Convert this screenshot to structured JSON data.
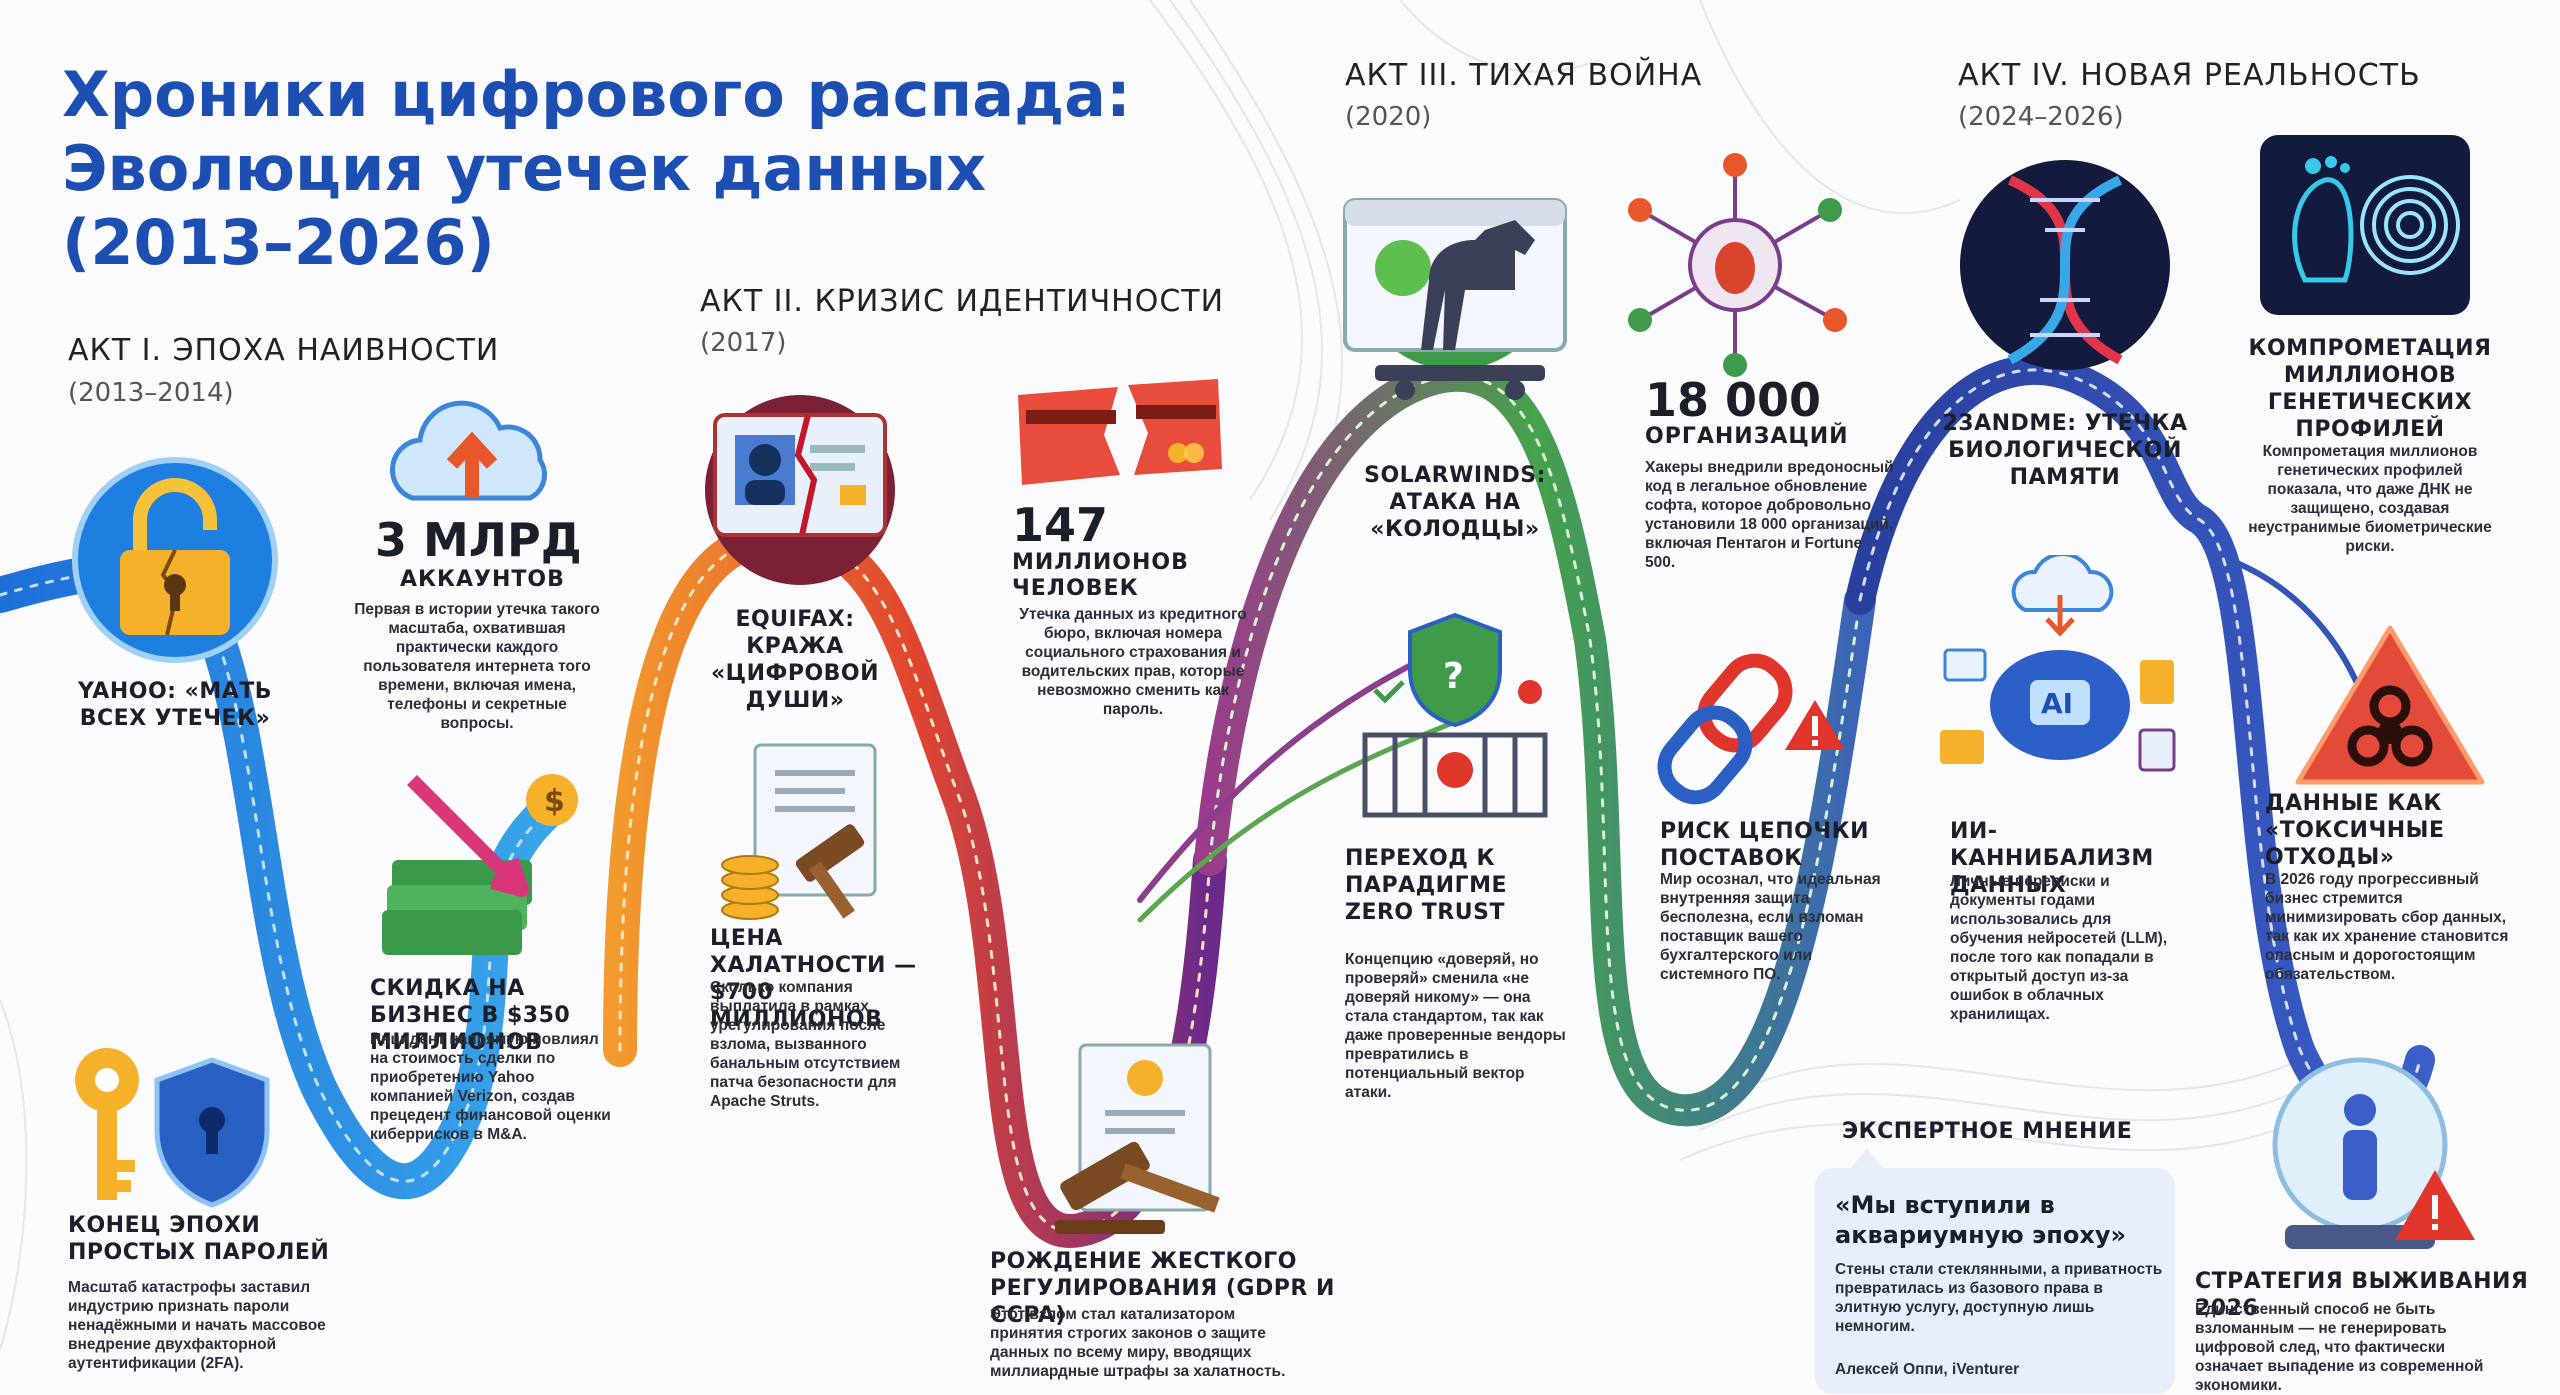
{
  "title": [
    "Хроники цифрового распада:",
    "Эволюция утечек данных",
    "(2013–2026)"
  ],
  "acts": [
    {
      "name": "АКТ I. ЭПОХА НАИВНОСТИ",
      "years": "(2013–2014)"
    },
    {
      "name": "АКТ II. КРИЗИС ИДЕНТИЧНОСТИ",
      "years": "(2017)"
    },
    {
      "name": "АКТ III. ТИХАЯ ВОЙНА",
      "years": "(2020)"
    },
    {
      "name": "АКТ IV. НОВАЯ РЕАЛЬНОСТЬ",
      "years": "(2024–2026)"
    }
  ],
  "act1": {
    "yahoo": "YAHOO: «МАТЬ ВСЕХ УТЕЧЕК»",
    "stat_big": "3 МЛРД",
    "stat_sub": "АККАУНТОВ",
    "stat_text": "Первая в истории утечка такого масштаба, охватившая практически каждого пользователя интернета того времени, включая имена, телефоны и секретные вопросы.",
    "discount_title": "СКИДКА НА БИЗНЕС В $350 МИЛЛИОНОВ",
    "discount_text": "Инцидент напрямую повлиял на стоимость сделки по приобретению Yahoo компанией Verizon, создав прецедент финансовой оценки киберрисков в M&A.",
    "passwords_title": "КОНЕЦ ЭПОХИ ПРОСТЫХ ПАРОЛЕЙ",
    "passwords_text": "Масштаб катастрофы заставил индустрию признать пароли ненадёжными и начать массовое внедрение двухфакторной аутентификации (2FA)."
  },
  "act2": {
    "equifax": "EQUIFAX: КРАЖА «ЦИФРОВОЙ ДУШИ»",
    "stat_big": "147",
    "stat_sub": "МИЛЛИОНОВ ЧЕЛОВЕК",
    "stat_text": "Утечка данных из кредитного бюро, включая номера социального страхования и водительских прав, которые невозможно сменить как пароль.",
    "fine_title": "ЦЕНА ХАЛАТНОСТИ — $700 МИЛЛИОНОВ",
    "fine_text": "Сколько компания выплатила в рамках урегулирования после взлома, вызванного банальным отсутствием патча безопасности для Apache Struts.",
    "reg_title": "РОЖДЕНИЕ ЖЕСТКОГО РЕГУЛИРОВАНИЯ (GDPR И CCPA)",
    "reg_text": "Этот взлом стал катализатором принятия строгих законов о защите данных по всему миру, вводящих миллиардные штрафы за халатность."
  },
  "act3": {
    "solarwinds": "SOLARWINDS: АТАКА НА «КОЛОДЦЫ»",
    "stat_big": "18 000",
    "stat_sub": "ОРГАНИЗАЦИЙ",
    "stat_text": "Хакеры внедрили вредоносный код в легальное обновление софта, которое добровольно установили 18 000 организаций, включая Пентагон и Fortune 500.",
    "zero_title": "ПЕРЕХОД К ПАРАДИГМЕ ZERO TRUST",
    "zero_text": "Концепцию «доверяй, но проверяй» сменила «не доверяй никому» — она стала стандартом, так как даже проверенные вендоры превратились в потенциальный вектор атаки.",
    "chain_title": "РИСК ЦЕПОЧКИ ПОСТАВОК",
    "chain_text": "Мир осознал, что идеальная внутренняя защита бесполезна, если взломан поставщик вашего бухгалтерского или системного ПО."
  },
  "act4": {
    "dna": "23ANDME: УТЕЧКА БИОЛОГИЧЕСКОЙ ПАМЯТИ",
    "genetic_title": "КОМПРОМЕТАЦИЯ МИЛЛИОНОВ ГЕНЕТИЧЕСКИХ ПРОФИЛЕЙ",
    "genetic_text": "Компрометация миллионов генетических профилей показала, что даже ДНК не защищено, создавая неустранимые биометрические риски.",
    "ai_title": "ИИ-КАННИБАЛИЗМ ДАННЫХ",
    "ai_text": "Личные переписки и документы годами использовались для обучения нейросетей (LLM), после того как попадали в открытый доступ из-за ошибок в облачных хранилищах.",
    "ai_label": "AI",
    "toxic_title": "ДАННЫЕ КАК «ТОКСИЧНЫЕ ОТХОДЫ»",
    "toxic_text": "В 2026 году прогрессивный бизнес стремится минимизировать сбор данных, так как их хранение становится опасным и дорогостоящим обязательством.",
    "survival_title": "СТРАТЕГИЯ ВЫЖИВАНИЯ 2026",
    "survival_text": "Единственный способ не быть взломанным — не генерировать цифровой след, что фактически означает выпадение из современной экономики."
  },
  "expert": {
    "label": "ЭКСПЕРТНОЕ МНЕНИЕ",
    "quote": "«Мы вступили в аквариумную эпоху»",
    "text": "Стены стали стеклянными, а приватность превратилась из базового права в элитную услугу, доступную лишь немногим.",
    "author": "Алексей Оппи, iVenturer"
  },
  "colors": {
    "title_blue": "#1d4fb3",
    "act1_blue": "#1f7fe0",
    "act2_orange": "#f07a2a",
    "act2_purple": "#7a2c86",
    "act3_green": "#3f9b4a",
    "act4_navy": "#283d9c",
    "alert_red": "#e0352b"
  },
  "icons": [
    "broken-padlock-icon",
    "cloud-arrow-icon",
    "money-down-arrow-icon",
    "key-shield-icon",
    "broken-id-card-icon",
    "broken-credit-card-icon",
    "gavel-coins-document-icon",
    "gavel-document-icon",
    "trojan-horse-icon",
    "bug-network-icon",
    "zero-trust-gate-icon",
    "broken-chain-icon",
    "dna-helix-icon",
    "fingerprint-footprint-icon",
    "ai-brain-cloud-icon",
    "biohazard-warning-icon",
    "glass-sphere-person-icon"
  ]
}
